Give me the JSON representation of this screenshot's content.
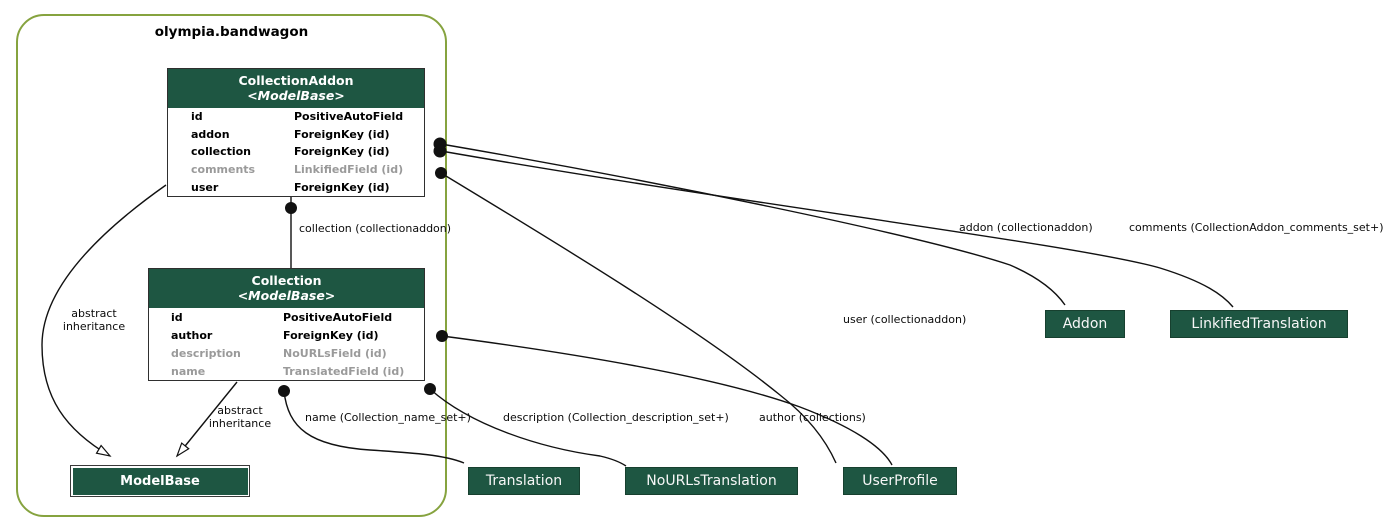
{
  "package": {
    "title": "olympia.bandwagon"
  },
  "tables": {
    "collectionaddon": {
      "title": "CollectionAddon",
      "stereotype": "<ModelBase>",
      "fields": [
        {
          "name": "id",
          "type": "PositiveAutoField"
        },
        {
          "name": "addon",
          "type": "ForeignKey (id)"
        },
        {
          "name": "collection",
          "type": "ForeignKey (id)"
        },
        {
          "name": "comments",
          "type": "LinkifiedField (id)"
        },
        {
          "name": "user",
          "type": "ForeignKey (id)"
        }
      ]
    },
    "collection": {
      "title": "Collection",
      "stereotype": "<ModelBase>",
      "fields": [
        {
          "name": "id",
          "type": "PositiveAutoField"
        },
        {
          "name": "author",
          "type": "ForeignKey (id)"
        },
        {
          "name": "description",
          "type": "NoURLsField (id)"
        },
        {
          "name": "name",
          "type": "TranslatedField (id)"
        }
      ]
    }
  },
  "nodes": {
    "modelbase": "ModelBase",
    "addon": "Addon",
    "linkifiedtranslation": "LinkifiedTranslation",
    "translation": "Translation",
    "nourlstranslation": "NoURLsTranslation",
    "userprofile": "UserProfile"
  },
  "edge_labels": {
    "collection": "collection (collectionaddon)",
    "addon": "addon (collectionaddon)",
    "comments": "comments (CollectionAddon_comments_set+)",
    "user": "user (collectionaddon)",
    "name": "name (Collection_name_set+)",
    "description": "description (Collection_description_set+)",
    "author": "author (collections)",
    "abstract_line1": "abstract",
    "abstract_line2": "inheritance"
  },
  "colors": {
    "node_fill": "#1e5642",
    "package_border": "#86a33f",
    "muted_text": "#9a9a9a",
    "edge": "#111111"
  }
}
